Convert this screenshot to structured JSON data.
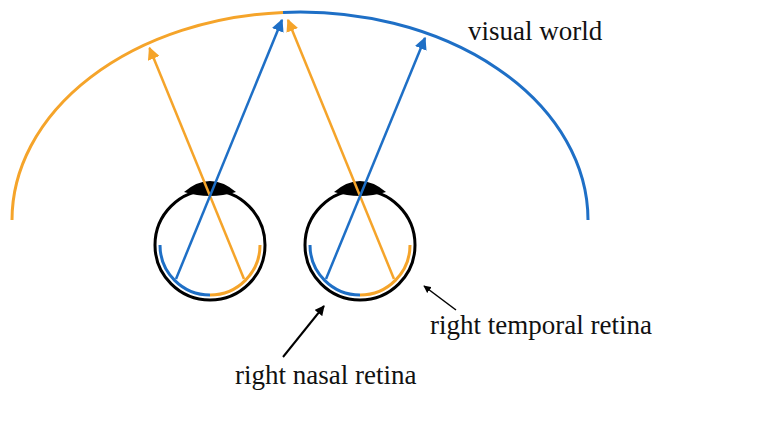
{
  "diagram": {
    "labels": [
      "visual world",
      "right temporal retina",
      "right nasal retina"
    ]
  }
}
